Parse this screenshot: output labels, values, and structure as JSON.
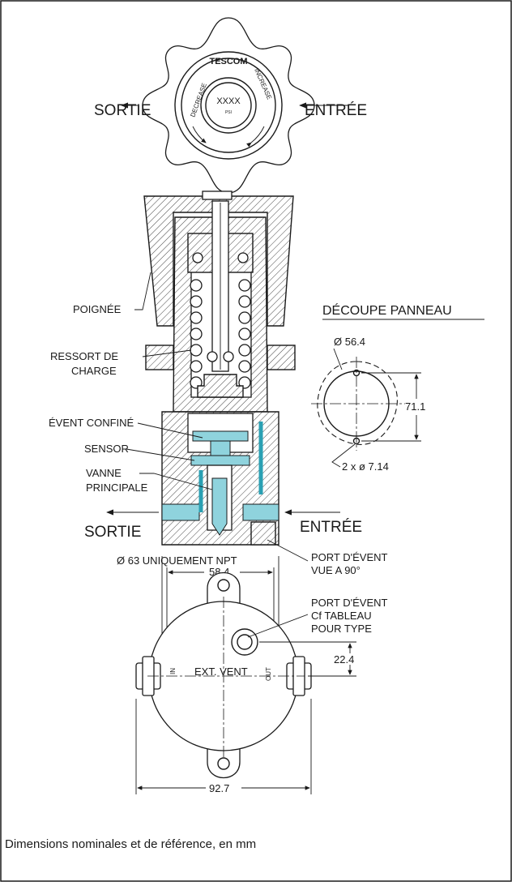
{
  "knob": {
    "brand": "TESCOM",
    "decrease": "DECREASE",
    "increase": "INCREASE",
    "pressure_value": "XXXX",
    "pressure_unit": "PSI",
    "left_flow": "SORTIE",
    "right_flow": "ENTRÉE"
  },
  "section": {
    "handle": "POIGNÉE",
    "spring_line1": "RESSORT DE",
    "spring_line2": "CHARGE",
    "vent": "ÉVENT CONFINÉ",
    "sensor": "SENSOR",
    "valve_line1": "VANNE",
    "valve_line2": "PRINCIPALE",
    "outlet": "SORTIE",
    "inlet": "ENTRÉE",
    "vent_port_line1": "PORT D'ÉVENT",
    "vent_port_line2": "VUE A 90°",
    "diameter_note": "Ø 63 UNIQUEMENT NPT"
  },
  "panel_cutout": {
    "title": "DÉCOUPE PANNEAU",
    "hole_diameter": "Ø 56.4",
    "height": "71.1",
    "screw_holes": "2 x ø 7.14"
  },
  "bottom_view": {
    "width_inner": "58.4",
    "width_outer": "92.7",
    "offset": "22.4",
    "ext_vent": "EXT. VENT",
    "in_mark": "IN",
    "out_mark": "OUT",
    "port_line1": "PORT D'ÉVENT",
    "port_line2": "Cf TABLEAU",
    "port_line3": "POUR TYPE"
  },
  "footer": "Dimensions nominales et de référence, en mm"
}
